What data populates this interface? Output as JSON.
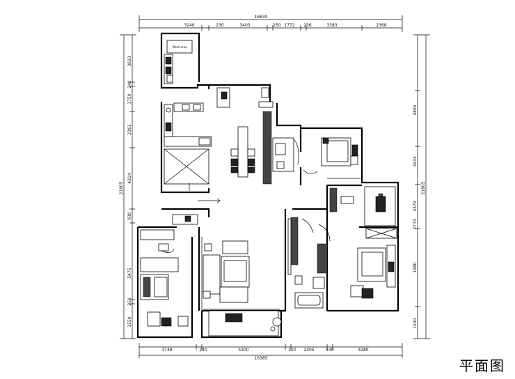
{
  "title": "平面图",
  "dimensions": {
    "top_total": "16830",
    "top_segments": [
      "3240",
      "230",
      "3400",
      "250",
      "1772",
      "256",
      "3383",
      "2368"
    ],
    "bottom_segments": [
      "3748",
      "240",
      "5300",
      "120",
      "2305",
      "240",
      "4280"
    ],
    "bottom_total": "16385",
    "left_segments": [
      "3023",
      "240",
      "1750",
      "2361",
      "4314",
      "930",
      "5475",
      "250",
      "1550"
    ],
    "left_total": "21805",
    "right_segments": [
      "4805",
      "3233",
      "3379",
      "2774",
      "1980",
      "1550"
    ],
    "right_total": "21805"
  },
  "room_labels": {
    "balcony_note": "Wash area"
  }
}
